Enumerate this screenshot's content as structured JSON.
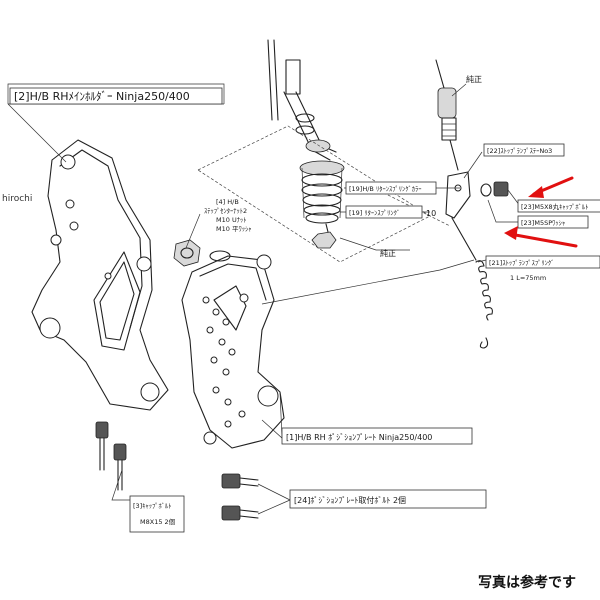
{
  "watermark": "hirochi",
  "caption": "写真は参考です",
  "labels": {
    "main_holder": "[2]H/B RHﾒｲﾝﾎﾙﾀﾞｰ Ninja250/400",
    "genuine_top": "純正",
    "stop_lamp_stay": "[22]ｽﾄｯﾌﾟﾗﾝﾌﾟｽﾃｰNo3",
    "return_spring_collar": "[19]H/B ﾘﾀｰﾝｽﾌﾟﾘﾝｸﾞｶﾗｰ",
    "return_spring": "[19] ﾘﾀｰﾝｽﾌﾟﾘﾝｸﾞ",
    "num_10": "10",
    "genuine_bottom": "純正",
    "step_center_nut_1": "[4] H/B",
    "step_center_nut_2": "ｽﾃｯﾌﾟｾﾝﾀｰﾅｯﾄ2",
    "step_center_nut_3": "M10 Uﾅｯﾄ",
    "step_center_nut_4": "M10 平ﾜｯｼｬ",
    "cap_bolt_m5": "[23]M5X8丸ｷｬｯﾌﾟﾎﾞﾙﾄ",
    "washer_m5": "[23]M5SPﾜｯｼｬ",
    "spring_1": "[21]ｽﾄｯﾌﾟﾗﾝﾌﾟｽﾌﾟﾘﾝｸﾞ",
    "spring_2": "1  L=75mm",
    "position_plate": "[1]H/B RH ﾎﾟｼﾞｼｮﾝﾌﾟﾚｰﾄ Ninja250/400",
    "cap_bolt_m8_1": "[3]ｷｬｯﾌﾟﾎﾞﾙﾄ",
    "cap_bolt_m8_2": "M8X15 2個",
    "plate_bolt": "[24]ﾎﾟｼﾞｼｮﾝﾌﾟﾚｰﾄ取付ﾎﾞﾙﾄ 2個"
  },
  "colors": {
    "arrow": "#e11010",
    "line": "#222222"
  }
}
